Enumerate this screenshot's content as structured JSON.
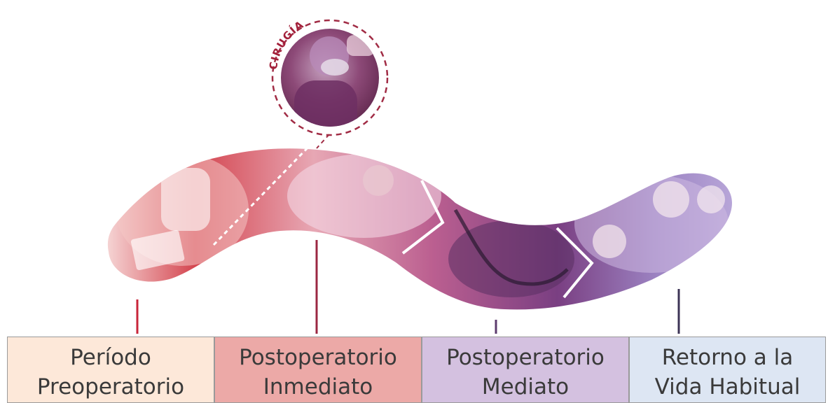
{
  "surgery": {
    "label": "CIRUGÍA"
  },
  "phases": [
    {
      "line1": "Período",
      "line2": "Preoperatorio",
      "bg": "#fde8d9",
      "marker": "#c8243a"
    },
    {
      "line1": "Postoperatorio",
      "line2": "Inmediato",
      "bg": "#eca9a7",
      "marker": "#9b2742"
    },
    {
      "line1": "Postoperatorio",
      "line2": "Mediato",
      "bg": "#d4c1e0",
      "marker": "#5d3b6e"
    },
    {
      "line1": "Retorno a la",
      "line2": "Vida Habitual",
      "bg": "#dde6f3",
      "marker": "#3c3356"
    }
  ],
  "colors": {
    "crimson": "#a3203a",
    "rose": "#d97a86",
    "violet": "#8a5aa3",
    "lavender": "#b596cf",
    "dashed": "#a12c45"
  }
}
